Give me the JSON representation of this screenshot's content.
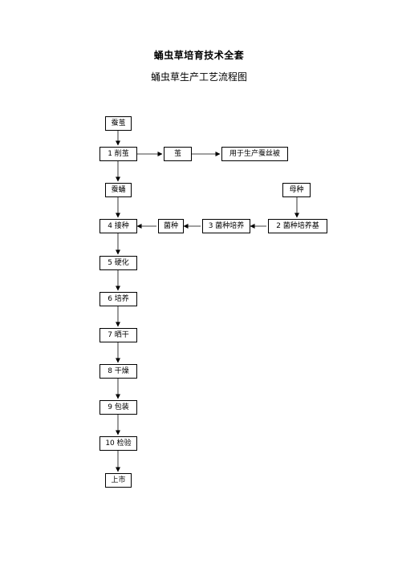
{
  "document": {
    "title": "蛹虫草培育技术全套",
    "subtitle": "蛹虫草生产工艺流程图"
  },
  "flowchart": {
    "nodes": {
      "cancan": "蚕茧",
      "cut": "1 削茧",
      "cocoon": "茧",
      "silk": "用于生产蚕丝被",
      "pupa": "蚕蛹",
      "mother": "母种",
      "inoculate": "4 接种",
      "strain": "菌种",
      "culture": "3 菌种培养",
      "medium": "2 菌种培养基",
      "harden": "5 硬化",
      "cultivate": "6 培养",
      "dry_air": "7 晒干",
      "dry": "8 干燥",
      "pack": "9 包装",
      "inspect": "10 检验",
      "market": "上市"
    }
  }
}
